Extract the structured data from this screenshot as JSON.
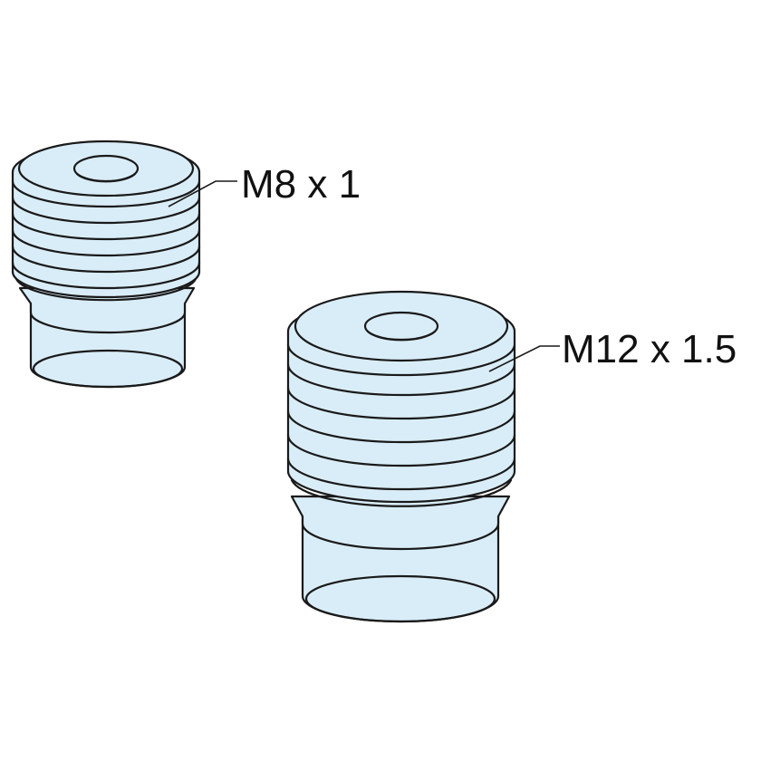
{
  "parts": [
    {
      "id": "small-plug",
      "label": "M8 x 1"
    },
    {
      "id": "large-plug",
      "label": "M12 x 1.5"
    }
  ],
  "colors": {
    "fill": "#d9edf8",
    "stroke": "#1a1a1a",
    "background": "#ffffff"
  }
}
